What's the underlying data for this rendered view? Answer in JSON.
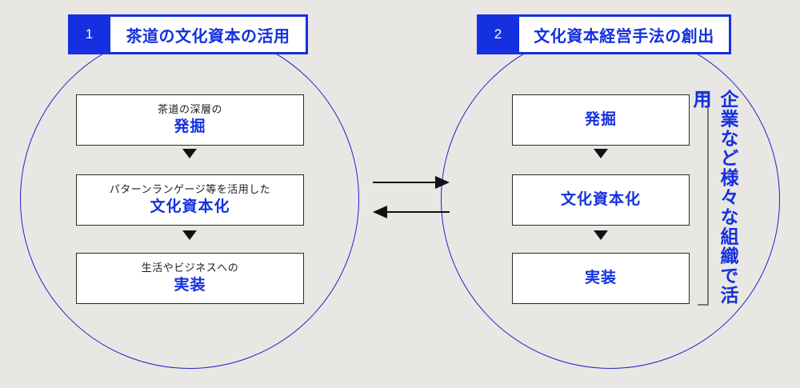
{
  "page": {
    "background_color": "#e9e7e4",
    "accent_color": "#1430e0",
    "text_color": "#1c1c1c"
  },
  "columns": [
    {
      "number": "1",
      "title": "茶道の文化資本の活用",
      "steps": [
        {
          "sub": "茶道の深層の",
          "main": "発掘"
        },
        {
          "sub": "パターンランゲージ等を活用した",
          "main": "文化資本化"
        },
        {
          "sub": "生活やビジネスへの",
          "main": "実装"
        }
      ]
    },
    {
      "number": "2",
      "title": "文化資本経営手法の創出",
      "steps": [
        {
          "sub": "",
          "main": "発掘"
        },
        {
          "sub": "",
          "main": "文化資本化"
        },
        {
          "sub": "",
          "main": "実装"
        }
      ]
    }
  ],
  "side_label": "企業など様々な組織で活用",
  "connectors": {
    "right_arrow": "arrow-right",
    "left_arrow": "arrow-left",
    "down_arrow": "triangle-down"
  }
}
